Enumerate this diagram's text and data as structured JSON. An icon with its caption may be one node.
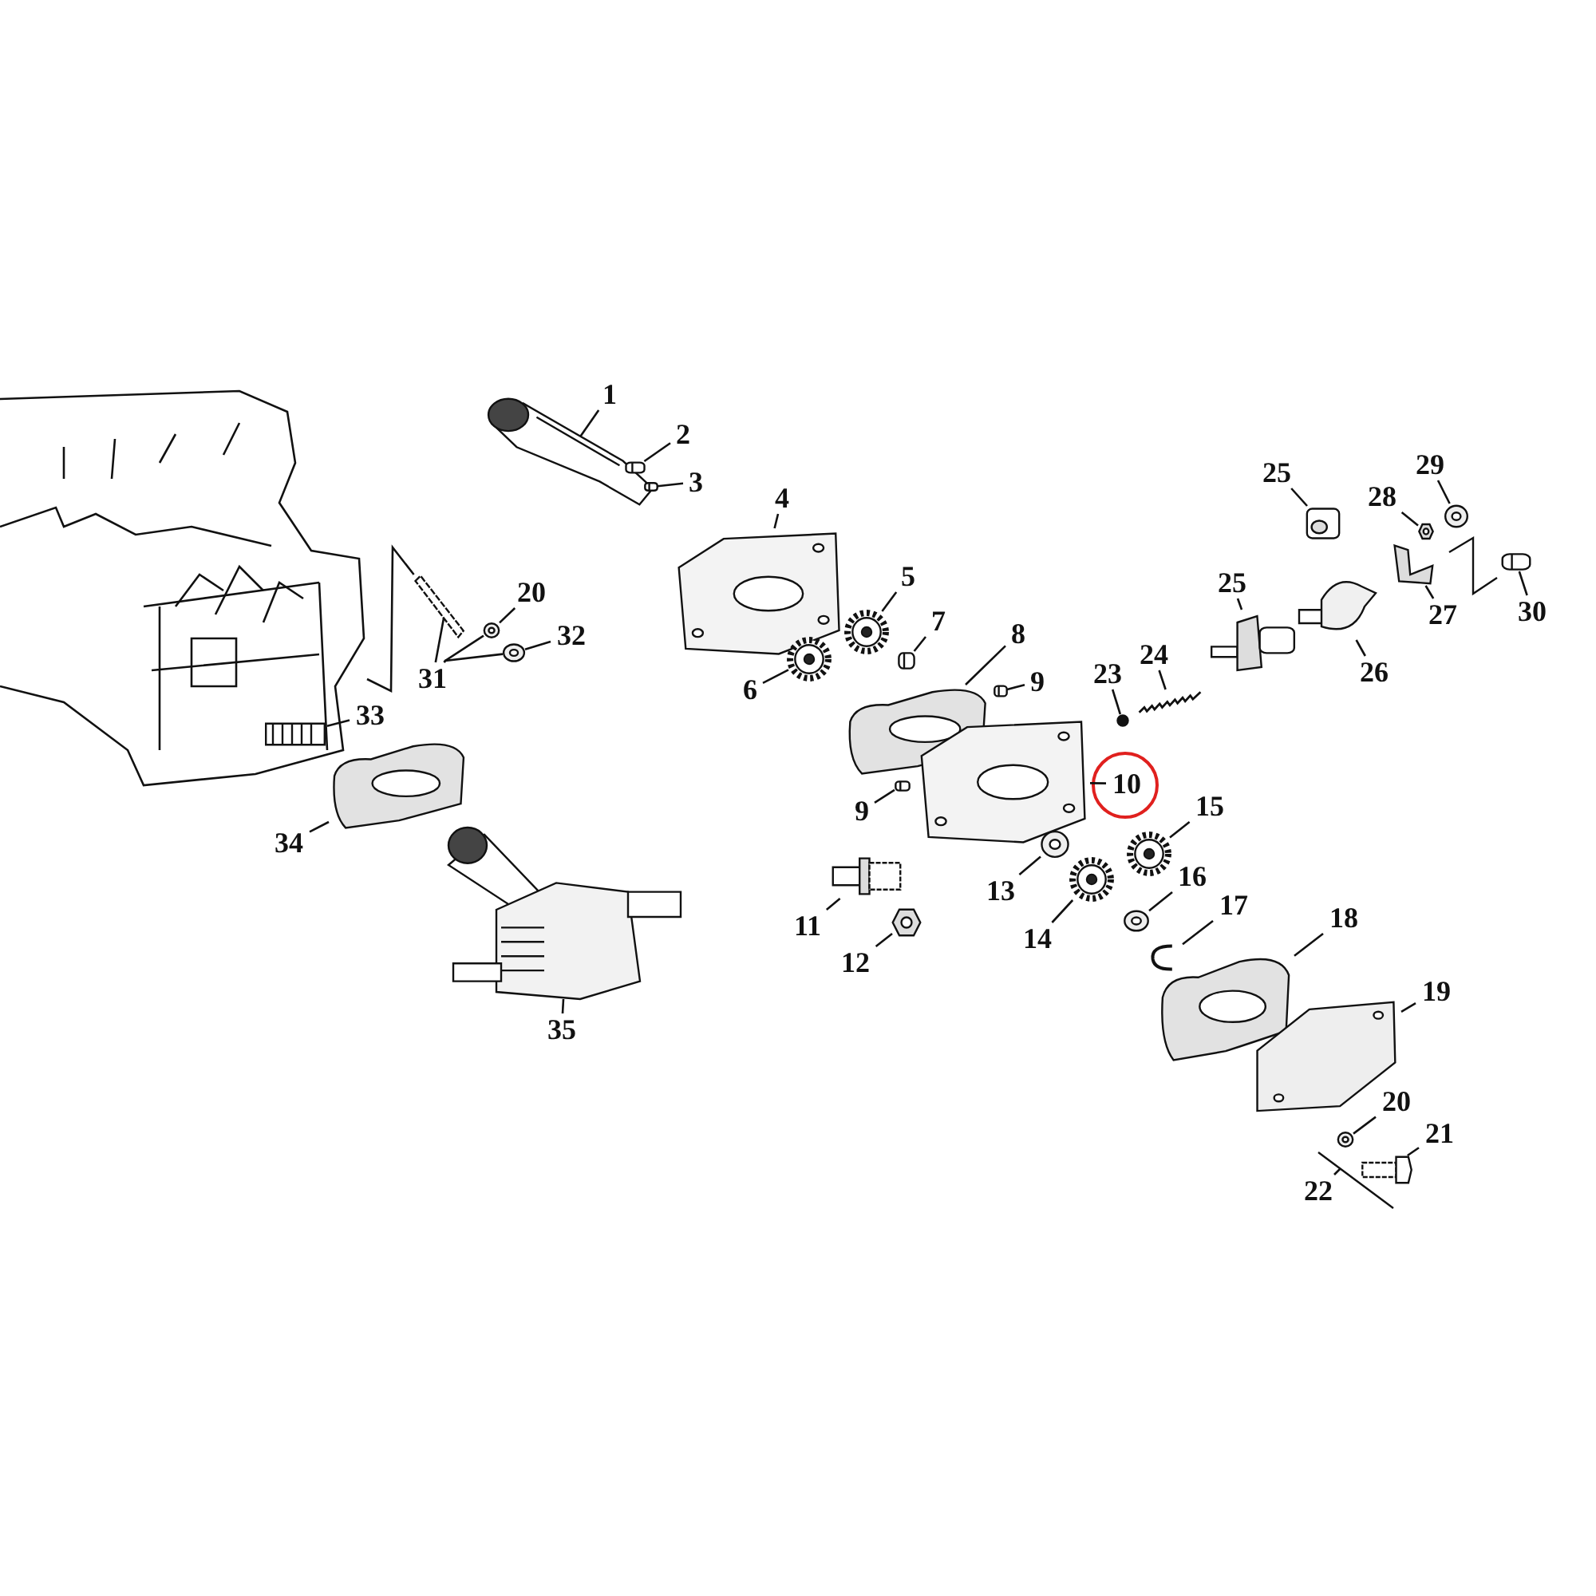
{
  "diagram": {
    "nodes": [
      {
        "text": [
          "1"
        ]
      },
      {
        "text": [],
        "shape": "picture"
      },
      {
        "text": [
          "2"
        ]
      },
      {
        "text": [],
        "shape": "box"
      },
      {
        "text": [
          "3"
        ]
      },
      {
        "text": [],
        "shape": "box"
      },
      {
        "text": [
          "4"
        ]
      },
      {
        "text": [],
        "shape": "picture"
      },
      {
        "text": [
          "5"
        ]
      },
      {
        "text": [],
        "shape": "picture"
      },
      {
        "text": [
          "6"
        ]
      },
      {
        "text": [],
        "shape": "picture"
      },
      {
        "text": [
          "7"
        ]
      },
      {
        "text": [],
        "shape": "box"
      },
      {
        "text": [
          "8"
        ]
      },
      {
        "text": [],
        "shape": "picture"
      },
      {
        "text": [
          "9"
        ]
      },
      {
        "text": [],
        "shape": "box"
      },
      {
        "text": [
          "9"
        ]
      },
      {
        "text": [],
        "shape": "box"
      },
      {
        "text": [
          "10"
        ]
      },
      {
        "text": [],
        "shape": "picture"
      },
      {
        "text": [
          "11"
        ]
      },
      {
        "text": [],
        "shape": "picture"
      },
      {
        "text": [
          "12"
        ]
      },
      {
        "text": [],
        "shape": "picture"
      },
      {
        "text": [
          "13"
        ]
      },
      {
        "text": [],
        "shape": "picture"
      },
      {
        "text": [
          "14"
        ]
      },
      {
        "text": [],
        "shape": "picture"
      },
      {
        "text": [
          "15"
        ]
      },
      {
        "text": [],
        "shape": "picture"
      },
      {
        "text": [
          "16"
        ]
      },
      {
        "text": [],
        "shape": "picture"
      },
      {
        "text": [
          "17"
        ]
      },
      {
        "text": [],
        "shape": "picture"
      },
      {
        "text": [
          "18"
        ]
      },
      {
        "text": [],
        "shape": "picture"
      },
      {
        "text": [
          "19"
        ]
      },
      {
        "text": [],
        "shape": "picture"
      },
      {
        "text": [
          "20"
        ]
      },
      {
        "text": [],
        "shape": "picture"
      },
      {
        "text": [
          "21"
        ]
      },
      {
        "text": [],
        "shape": "picture"
      },
      {
        "text": [
          "22"
        ]
      },
      {
        "text": [
          "23"
        ]
      },
      {
        "text": [],
        "shape": "circle"
      },
      {
        "text": [
          "24"
        ]
      },
      {
        "text": [],
        "shape": "picture"
      },
      {
        "text": [
          "25"
        ]
      },
      {
        "text": [],
        "shape": "picture"
      },
      {
        "text": [
          "25"
        ]
      },
      {
        "text": [],
        "shape": "picture"
      },
      {
        "text": [
          "26"
        ]
      },
      {
        "text": [],
        "shape": "picture"
      },
      {
        "text": [
          "27"
        ]
      },
      {
        "text": [],
        "shape": "picture"
      },
      {
        "text": [
          "28"
        ]
      },
      {
        "text": [],
        "shape": "picture"
      },
      {
        "text": [
          "29"
        ]
      },
      {
        "text": [],
        "shape": "picture"
      },
      {
        "text": [
          "30"
        ]
      },
      {
        "text": [],
        "shape": "box"
      },
      {
        "text": [
          "20"
        ]
      },
      {
        "text": [],
        "shape": "picture"
      },
      {
        "text": [
          "31"
        ]
      },
      {
        "text": [],
        "shape": "picture"
      },
      {
        "text": [
          "32"
        ]
      },
      {
        "text": [],
        "shape": "picture"
      },
      {
        "text": [],
        "shape": "picture"
      },
      {
        "text": [
          "33"
        ]
      },
      {
        "text": [],
        "shape": "picture",
        "in": 69
      },
      {
        "text": [
          "34"
        ]
      },
      {
        "text": [],
        "shape": "picture"
      },
      {
        "text": [
          "35"
        ]
      },
      {
        "text": [],
        "shape": "picture"
      }
    ],
    "edges": [
      {
        "from": 0,
        "to": 1,
        "arrow": "none"
      },
      {
        "from": 2,
        "to": 3,
        "arrow": "none"
      },
      {
        "from": 4,
        "to": 5,
        "arrow": "none"
      },
      {
        "from": 6,
        "to": 7,
        "arrow": "none"
      },
      {
        "from": 8,
        "to": 9,
        "arrow": "none"
      },
      {
        "from": 10,
        "to": 11,
        "arrow": "none"
      },
      {
        "from": 12,
        "to": 13,
        "arrow": "none"
      },
      {
        "from": 14,
        "to": 15,
        "arrow": "none"
      },
      {
        "from": 16,
        "to": 17,
        "arrow": "none"
      },
      {
        "from": 18,
        "to": 19,
        "arrow": "none"
      },
      {
        "from": 20,
        "to": 21,
        "arrow": "none"
      },
      {
        "from": 22,
        "to": 23,
        "arrow": "none"
      },
      {
        "from": 24,
        "to": 25,
        "arrow": "none"
      },
      {
        "from": 26,
        "to": 27,
        "arrow": "none"
      },
      {
        "from": 28,
        "to": 29,
        "arrow": "none"
      },
      {
        "from": 30,
        "to": 31,
        "arrow": "none"
      },
      {
        "from": 32,
        "to": 33,
        "arrow": "none"
      },
      {
        "from": 34,
        "to": 35,
        "arrow": "none"
      },
      {
        "from": 36,
        "to": 37,
        "arrow": "none"
      },
      {
        "from": 38,
        "to": 39,
        "arrow": "none"
      },
      {
        "from": 40,
        "to": 41,
        "arrow": "none"
      },
      {
        "from": 42,
        "to": 43,
        "arrow": "none"
      },
      {
        "from": 44,
        "to": null,
        "arrow": "none"
      },
      {
        "from": 45,
        "to": 46,
        "arrow": "none"
      },
      {
        "from": 47,
        "to": 48,
        "arrow": "none"
      },
      {
        "from": 49,
        "to": 50,
        "arrow": "none"
      },
      {
        "from": 51,
        "to": 52,
        "arrow": "none"
      },
      {
        "from": 53,
        "to": 54,
        "arrow": "none"
      },
      {
        "from": 55,
        "to": 56,
        "arrow": "none"
      },
      {
        "from": 57,
        "to": 58,
        "arrow": "none"
      },
      {
        "from": 59,
        "to": 60,
        "arrow": "none"
      },
      {
        "from": 61,
        "to": 62,
        "arrow": "none"
      },
      {
        "from": 63,
        "to": 64,
        "arrow": "none"
      },
      {
        "from": 65,
        "to": 66,
        "arrow": "none"
      },
      {
        "from": 65,
        "to": 64,
        "arrow": "none"
      },
      {
        "from": 65,
        "to": 68,
        "arrow": "none"
      },
      {
        "from": 67,
        "to": 68,
        "arrow": "none"
      },
      {
        "from": 70,
        "to": 71,
        "arrow": "none"
      },
      {
        "from": 72,
        "to": 73,
        "arrow": "none"
      },
      {
        "from": 74,
        "to": 75,
        "arrow": "none"
      },
      {
        "from": 66,
        "to": 69,
        "arrow": "none"
      }
    ]
  }
}
